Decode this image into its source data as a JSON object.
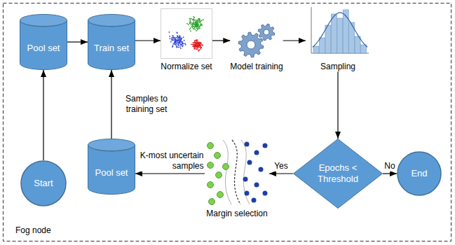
{
  "diagram": {
    "nodes": [
      {
        "text": [
          "Pool set"
        ]
      },
      {
        "text": [
          "Train set"
        ]
      },
      {
        "text": [
          "Normalize set"
        ]
      },
      {
        "text": [
          "Model training"
        ]
      },
      {
        "text": [
          "Sampling"
        ]
      },
      {
        "text": [
          "Start"
        ]
      },
      {
        "text": [
          "Pool set"
        ]
      },
      {
        "text": [
          "Margin selection"
        ]
      },
      {
        "text": [
          "Epochs < Threshold"
        ]
      },
      {
        "text": [
          "End"
        ]
      }
    ],
    "edges": [
      {
        "from": 5,
        "to": 0,
        "arrow": "to"
      },
      {
        "from": 0,
        "to": 1,
        "arrow": "to"
      },
      {
        "from": 1,
        "to": 2,
        "arrow": "to"
      },
      {
        "from": 2,
        "to": 3,
        "arrow": "to"
      },
      {
        "from": 3,
        "to": 4,
        "arrow": "to"
      },
      {
        "from": 4,
        "to": 8,
        "arrow": "to"
      },
      {
        "from": 8,
        "to": 9,
        "label": "No",
        "arrow": "to"
      },
      {
        "from": 8,
        "to": 7,
        "label": "Yes",
        "arrow": "to"
      },
      {
        "from": 7,
        "to": 6,
        "label": "K-most uncertain samples",
        "arrow": "to"
      },
      {
        "from": 6,
        "to": 1,
        "label": "Samples to training set",
        "arrow": "to"
      }
    ],
    "labels": [
      "Fog node"
    ]
  }
}
